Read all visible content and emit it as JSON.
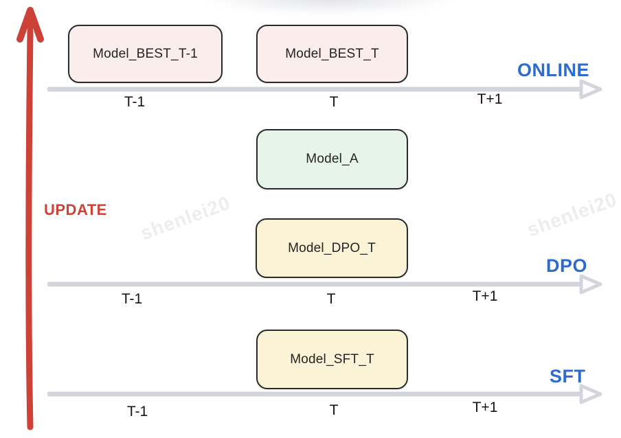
{
  "colors": {
    "accent_red": "#cc4237",
    "accent_blue": "#2e6bd0",
    "box_pink": "#faeeed",
    "box_green": "#e7f5e9",
    "box_yellow": "#fbf3d5",
    "box_border": "#2a2a2a",
    "timeline_gray": "#d2d6dc",
    "watermark_gray": "#ededed",
    "text_dark": "#232323"
  },
  "update_label": "UPDATE",
  "watermark_text": "shenlei20",
  "boxes": [
    {
      "label": "Model_BEST_T-1",
      "fill": "pink"
    },
    {
      "label": "Model_BEST_T",
      "fill": "pink"
    },
    {
      "label": "Model_A",
      "fill": "green"
    },
    {
      "label": "Model_DPO_T",
      "fill": "yellow"
    },
    {
      "label": "Model_SFT_T",
      "fill": "yellow"
    }
  ],
  "timelines": [
    {
      "name": "ONLINE",
      "ticks": [
        "T-1",
        "T",
        "T+1"
      ]
    },
    {
      "name": "DPO",
      "ticks": [
        "T-1",
        "T",
        "T+1"
      ]
    },
    {
      "name": "SFT",
      "ticks": [
        "T-1",
        "T",
        "T+1"
      ]
    }
  ]
}
